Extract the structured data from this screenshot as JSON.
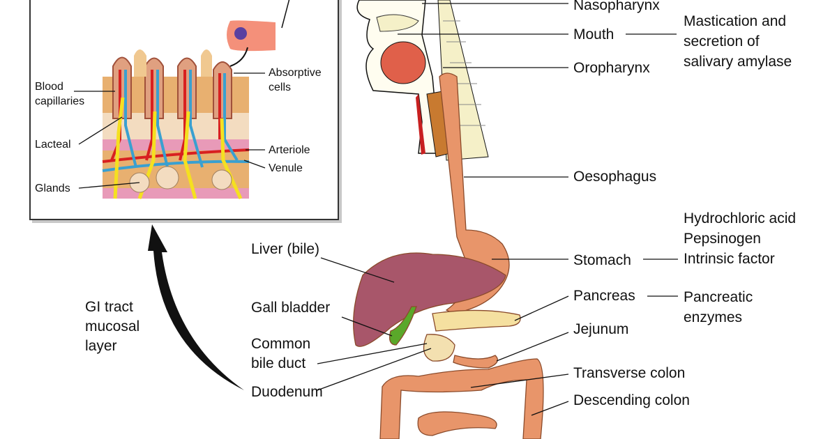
{
  "inset": {
    "labels": {
      "blood_capillaries": [
        "Blood",
        "capillaries"
      ],
      "absorptive_cells": [
        "Absorptive",
        "cells"
      ],
      "lacteal": "Lacteal",
      "arteriole": "Arteriole",
      "venule": "Venule",
      "glands": "Glands"
    }
  },
  "arrow_label": [
    "GI tract",
    "mucosal",
    "layer"
  ],
  "organs": {
    "nasopharynx": "Nasopharynx",
    "mouth": "Mouth",
    "oropharynx": "Oropharynx",
    "oesophagus": "Oesophagus",
    "stomach": "Stomach",
    "pancreas": "Pancreas",
    "jejunum": "Jejunum",
    "transverse_colon": "Transverse colon",
    "descending_colon": "Descending colon",
    "liver": "Liver (bile)",
    "gall_bladder": "Gall bladder",
    "common_bile_duct": [
      "Common",
      "bile duct"
    ],
    "duodenum": "Duodenum"
  },
  "functions": {
    "mouth": [
      "Mastication and",
      "secretion of",
      "salivary amylase"
    ],
    "stomach": [
      "Hydrochloric acid",
      "Pepsinogen",
      "Intrinsic factor"
    ],
    "pancreas": [
      "Pancreatic",
      "enzymes"
    ]
  },
  "colors": {
    "gi_tract": "#e8956a",
    "liver": "#a8566a",
    "gall_bladder": "#5aa82a",
    "tongue": "#e0604a",
    "vertebrae": "#f5f0c8",
    "artery": "#d82020",
    "vein": "#3aa0d0",
    "lacteal": "#f5e020"
  }
}
